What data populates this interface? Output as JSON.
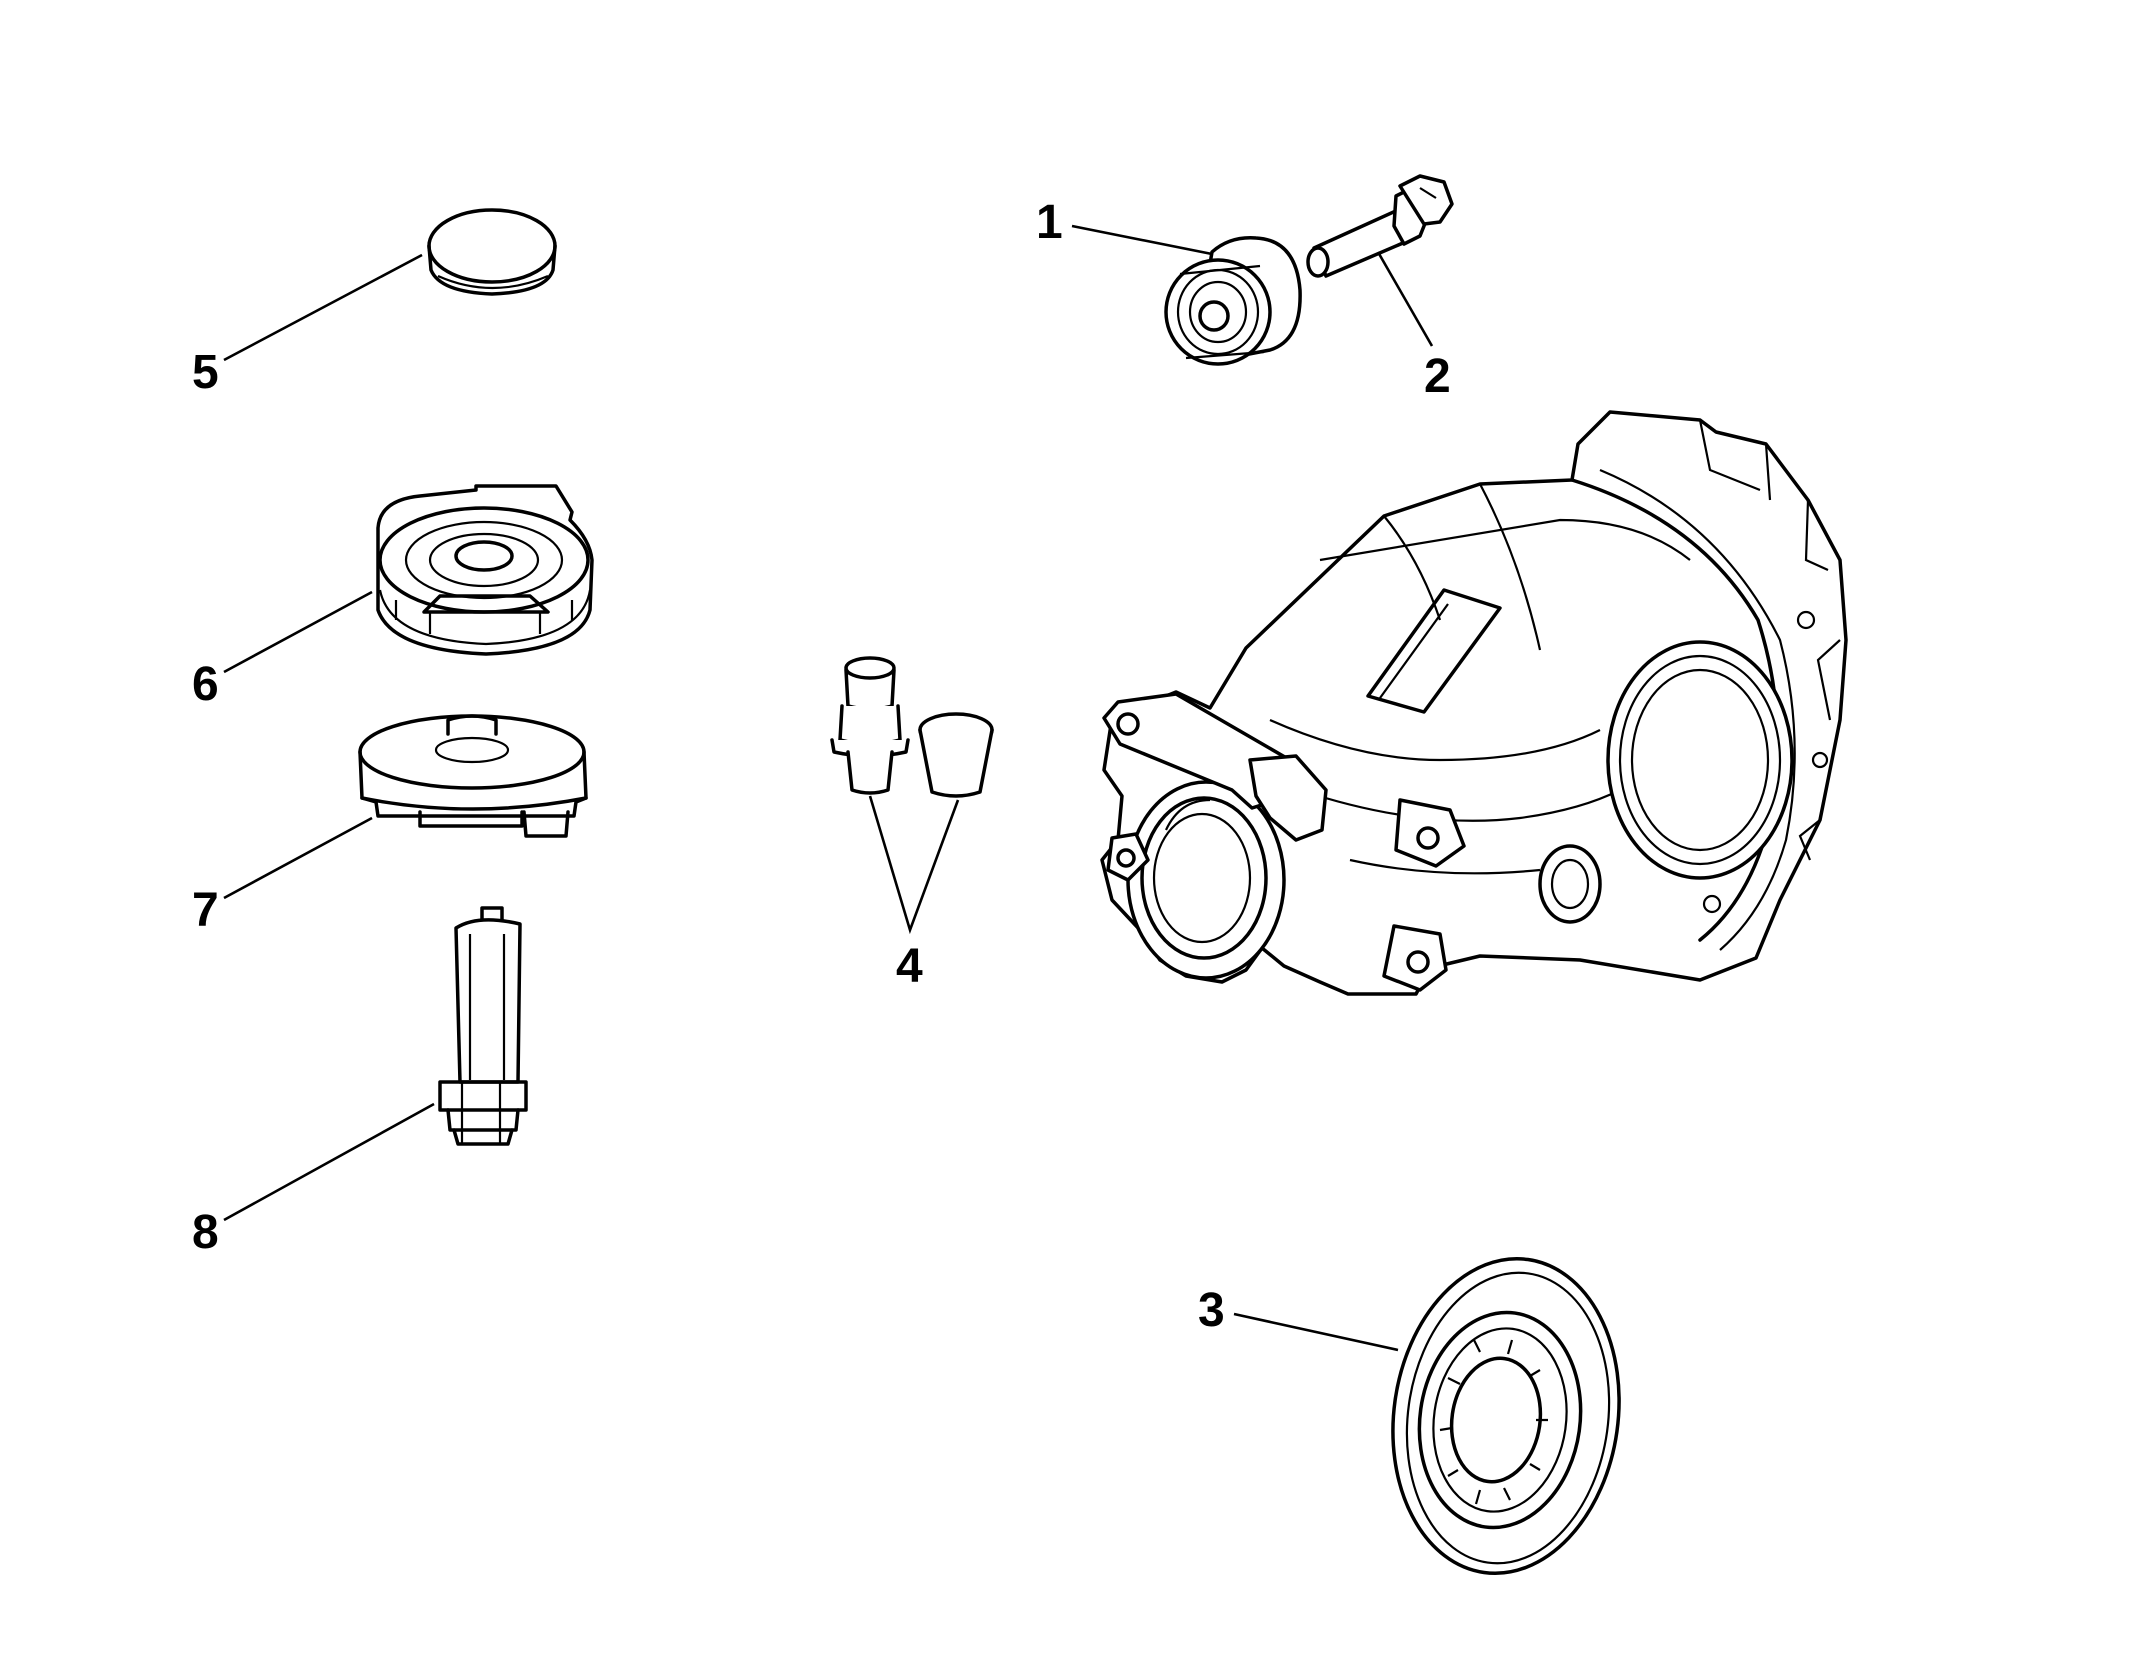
{
  "callouts": {
    "c1": "1",
    "c2": "2",
    "c3": "3",
    "c4": "4",
    "c5": "5",
    "c6": "6",
    "c7": "7",
    "c8": "8"
  },
  "parts": [
    {
      "callout": "1",
      "icon": "rubber-bushing-icon"
    },
    {
      "callout": "2",
      "icon": "hex-flange-bolt-icon"
    },
    {
      "callout": "3",
      "icon": "shaft-seal-icon"
    },
    {
      "callout": "4",
      "icon": "plugs-icon"
    },
    {
      "callout": "5",
      "icon": "cap-icon"
    },
    {
      "callout": "6",
      "icon": "upper-mount-icon"
    },
    {
      "callout": "7",
      "icon": "lower-mount-icon"
    },
    {
      "callout": "8",
      "icon": "mount-bolt-icon"
    },
    {
      "callout": "",
      "icon": "differential-housing-icon"
    }
  ]
}
